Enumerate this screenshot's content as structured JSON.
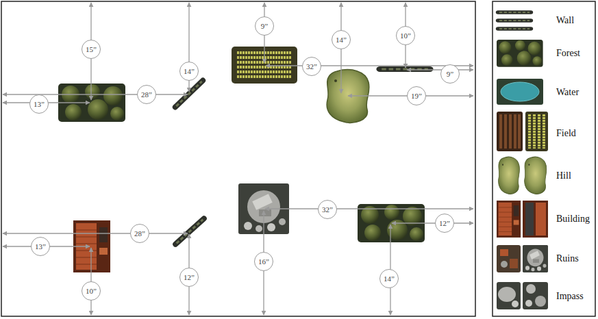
{
  "diagram": {
    "nodes": [
      {
        "text": [
          "9”"
        ]
      },
      {
        "text": [
          "10”"
        ]
      },
      {
        "text": [
          "14”"
        ]
      },
      {
        "text": [
          "15”"
        ]
      },
      {
        "text": [
          "32”"
        ]
      },
      {
        "text": [
          "14”"
        ]
      },
      {
        "text": [
          "9”"
        ]
      },
      {
        "text": [
          "28”"
        ]
      },
      {
        "text": [
          "19”"
        ]
      },
      {
        "text": [
          "13”"
        ]
      },
      {
        "text": [
          "32”"
        ]
      },
      {
        "text": [
          "12”"
        ]
      },
      {
        "text": [
          "28”"
        ]
      },
      {
        "text": [
          "13”"
        ]
      },
      {
        "text": [
          "16”"
        ]
      },
      {
        "text": [
          "12”"
        ]
      },
      {
        "text": [
          "14”"
        ]
      },
      {
        "text": [
          "10”"
        ]
      }
    ],
    "legend": [
      {
        "text": "Wall"
      },
      {
        "text": "Forest"
      },
      {
        "text": "Water"
      },
      {
        "text": "Field"
      },
      {
        "text": "Hill"
      },
      {
        "text": "Building"
      },
      {
        "text": "Ruins"
      },
      {
        "text": "Impass"
      }
    ]
  }
}
